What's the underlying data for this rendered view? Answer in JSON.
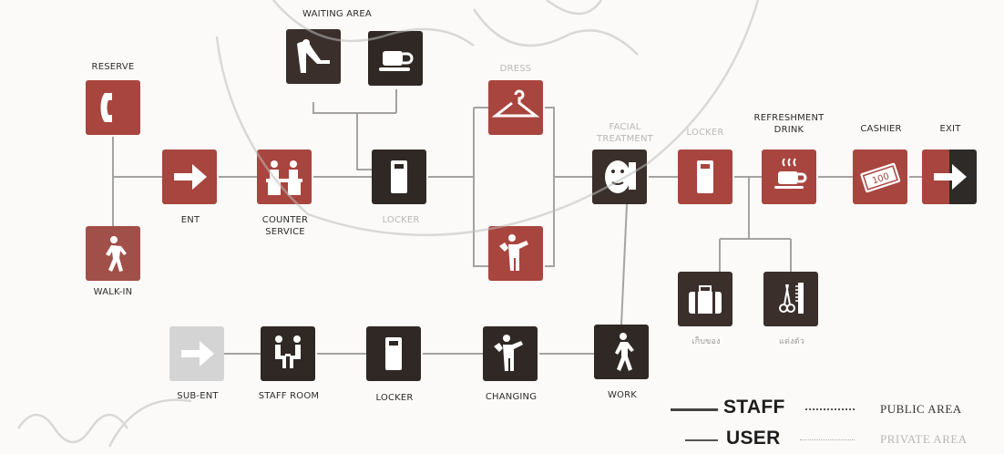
{
  "labels": {
    "reserve": "RESERVE",
    "walk_in": "WALK-IN",
    "waiting_area": "WAITING AREA",
    "dress": "DRESS",
    "ent": "ENT",
    "counter_service": "COUNTER SERVICE",
    "locker_top": "LOCKER",
    "facial_treatment": "FACIAL TREATMENT",
    "locker_mid": "LOCKER",
    "refreshment_drink": "REFRESHMENT DRINK",
    "cashier": "CASHIER",
    "exit": "EXIT",
    "bag_thai": "เก็บของ",
    "makeup_thai": "แต่งตัว",
    "sub_ent": "SUB-ENT",
    "staff_room": "STAFF ROOM",
    "locker_bottom": "LOCKER",
    "changing": "CHANGING",
    "work": "WORK"
  },
  "legend": {
    "staff": "STAFF",
    "user": "USER",
    "public_area": "PUBLIC AREA",
    "private_area": "PRIVATE AREA"
  },
  "colors": {
    "user_icon": "#a8453e",
    "staff_icon": "#3a2f2b",
    "walk_in_icon": "#a05048",
    "subent_icon": "#cfcfcf",
    "exit_dark": "#2e2a28",
    "line": "#9a9a9a",
    "watermark": "#b9b9b9"
  },
  "icons": {
    "reserve": "telephone-icon",
    "walk_in": "walking-person-icon",
    "ent": "right-arrow-icon",
    "counter": "counter-service-icon",
    "locker": "locker-icon",
    "waiting1": "lounge-chair-icon",
    "waiting2": "coffee-cup-icon",
    "dress": "hanger-icon",
    "changing": "changing-person-icon",
    "facial": "facial-treatment-icon",
    "refreshment": "hot-drink-icon",
    "cashier": "banknote-icon",
    "exit": "exit-arrow-icon",
    "bag": "suitcase-icon",
    "makeup": "comb-scissors-icon",
    "sub_ent": "sub-entrance-arrow-icon",
    "staff_room": "staff-room-icon",
    "work": "worker-walking-icon"
  }
}
